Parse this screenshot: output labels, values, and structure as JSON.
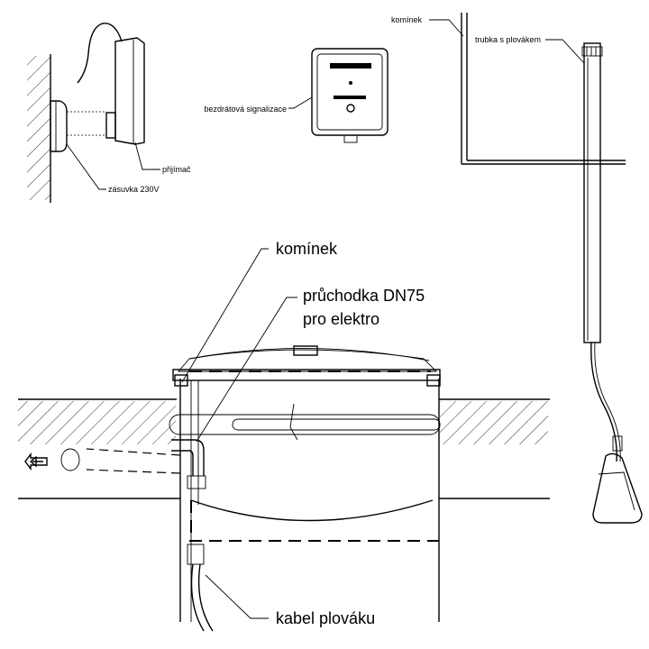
{
  "labels": {
    "receiver": "přijímač",
    "socket": "zásuvka 230V",
    "wireless_signal": "bezdrátová signalizace",
    "chimney_small": "komínek",
    "float_tube": "trubka s plovákem",
    "chimney_large": "komínek",
    "passthrough_line1": "průchodka DN75",
    "passthrough_line2": "pro elektro",
    "float_cable": "kabel plováku"
  }
}
